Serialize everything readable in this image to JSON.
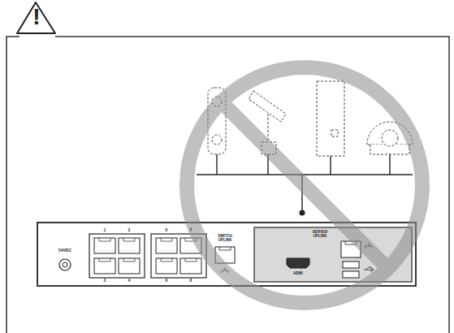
{
  "diagram": {
    "labels": [
      "!",
      "54VDC",
      "1",
      "3",
      "2",
      "4",
      "5",
      "7",
      "6",
      "8",
      "SWITCH UPLINK",
      "SERVER UPLINK",
      "HDMI"
    ]
  }
}
